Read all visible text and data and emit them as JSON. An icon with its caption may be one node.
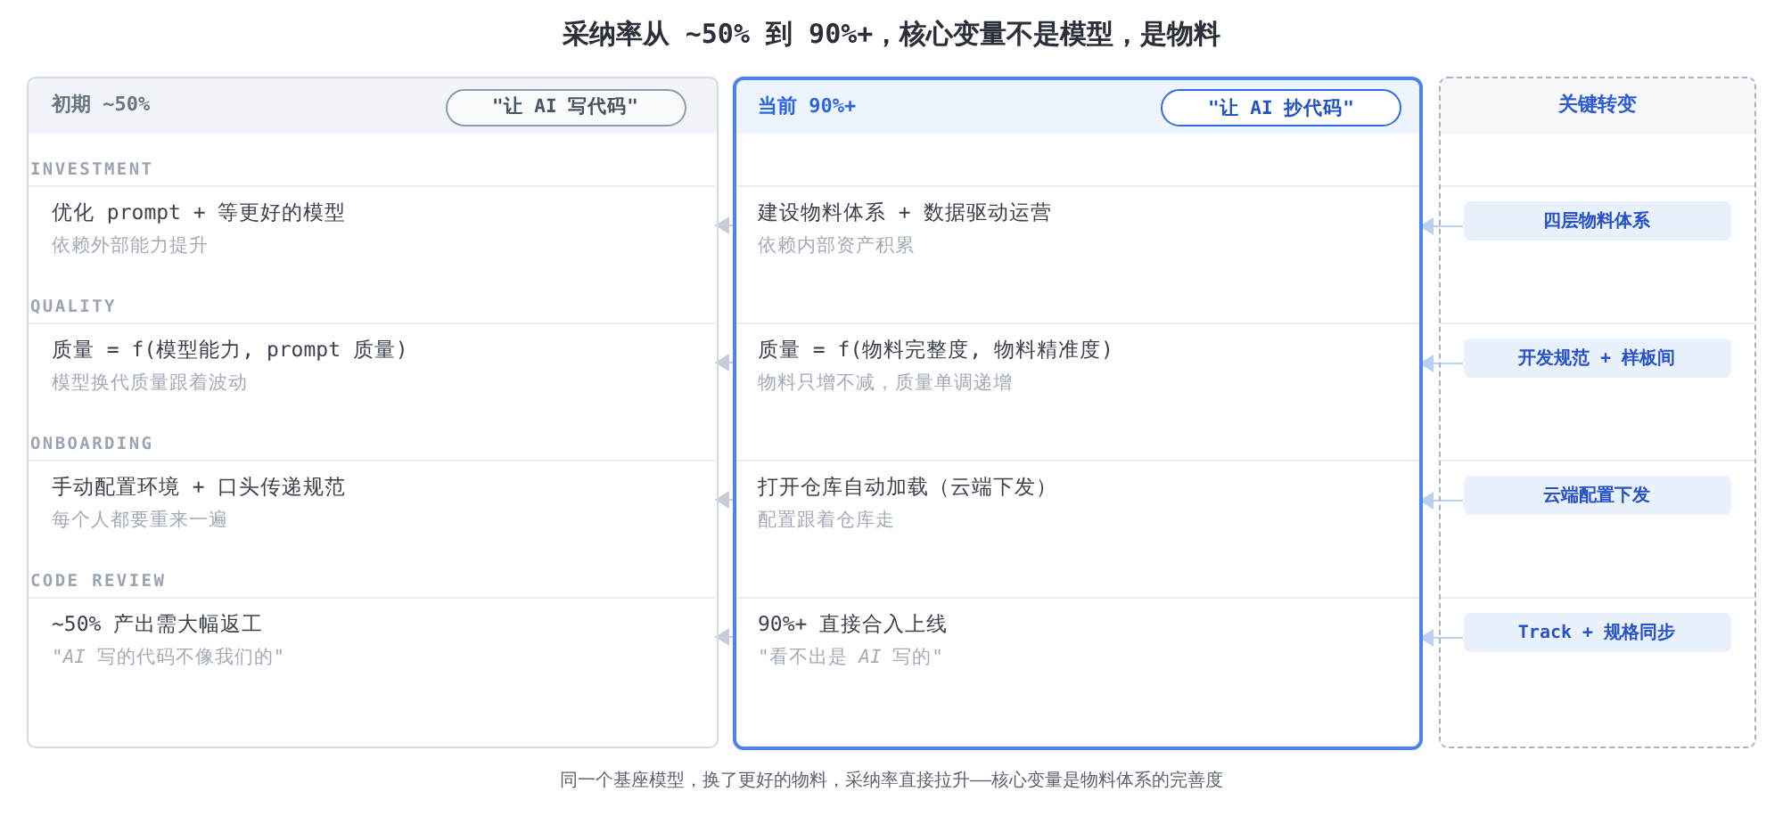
{
  "diagram": {
    "title": "采纳率从 ~50% 到 90%+，核心变量不是模型，是物料",
    "caption": "同一个基座模型，换了更好的物料，采纳率直接拉升——核心变量是物料体系的完善度",
    "nodes": [
      {
        "text": [
          "初期 ~50%"
        ]
      },
      {
        "text": [
          "\"让 AI 写代码\""
        ],
        "in": 0
      },
      {
        "text": [
          "当前 90%+"
        ]
      },
      {
        "text": [
          "\"让 AI 抄代码\""
        ],
        "in": 2
      },
      {
        "text": [
          "关键转变"
        ]
      },
      {
        "text": [
          "优化 prompt + 等更好的模型",
          "依赖外部能力提升"
        ],
        "in": 0
      },
      {
        "text": [
          "建设物料体系 + 数据驱动运营",
          "依赖内部资产积累"
        ],
        "in": 2
      },
      {
        "text": [
          "四层物料体系"
        ],
        "in": 4
      },
      {
        "text": [
          "质量 = f(模型能力, prompt 质量)",
          "模型换代质量跟着波动"
        ],
        "in": 0
      },
      {
        "text": [
          "质量 = f(物料完整度, 物料精准度)",
          "物料只增不减，质量单调递增"
        ],
        "in": 2
      },
      {
        "text": [
          "开发规范 + 样板间"
        ],
        "in": 4
      },
      {
        "text": [
          "手动配置环境 + 口头传递规范",
          "每个人都要重来一遍"
        ],
        "in": 0
      },
      {
        "text": [
          "打开仓库自动加载（云端下发）",
          "配置跟着仓库走"
        ],
        "in": 2
      },
      {
        "text": [
          "云端配置下发"
        ],
        "in": 4
      },
      {
        "text": [
          "~50% 产出需大幅返工",
          "\"*AI* 写的代码不像我们的\""
        ],
        "in": 0
      },
      {
        "text": [
          "90%+ 直接合入上线",
          "\"看不出是 *AI* 写的\""
        ],
        "in": 2
      },
      {
        "text": [
          "Track + 规格同步"
        ],
        "in": 4
      }
    ],
    "edges": [
      {
        "from": 6,
        "to": 5,
        "arrow": "to"
      },
      {
        "from": 7,
        "to": 6,
        "arrow": "to",
        "color": "#bcd0f3"
      },
      {
        "from": 9,
        "to": 8,
        "arrow": "to"
      },
      {
        "from": 10,
        "to": 9,
        "arrow": "to",
        "color": "#bcd0f3"
      },
      {
        "from": 12,
        "to": 11,
        "arrow": "to"
      },
      {
        "from": 13,
        "to": 12,
        "arrow": "to",
        "color": "#bcd0f3"
      },
      {
        "from": 15,
        "to": 14,
        "arrow": "to"
      },
      {
        "from": 16,
        "to": 15,
        "arrow": "to",
        "color": "#bcd0f3"
      }
    ],
    "labels": [
      "INVESTMENT",
      "QUALITY",
      "ONBOARDING",
      "CODE REVIEW"
    ]
  }
}
